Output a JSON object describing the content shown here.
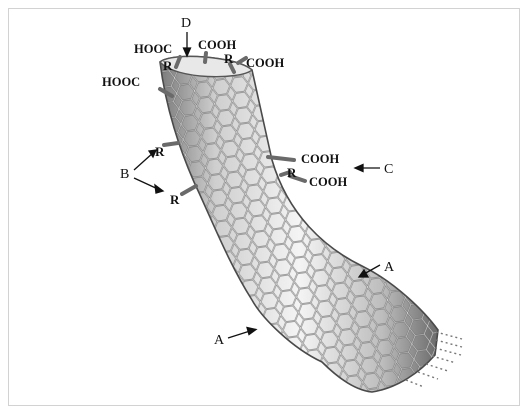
{
  "labels": {
    "a_upper": "A",
    "a_lower": "A",
    "b": "B",
    "c": "C",
    "d": "D"
  },
  "groups": {
    "hooc_top": "HOOC",
    "cooh_top": "COOH",
    "cooh_right_top": "COOH",
    "hooc_left": "HOOC",
    "cooh_mid_1": "COOH",
    "cooh_mid_2": "COOH",
    "r_top_left": "R",
    "r_top_right": "R",
    "r_side_1": "R",
    "r_side_2": "R",
    "r_mid": "R"
  }
}
